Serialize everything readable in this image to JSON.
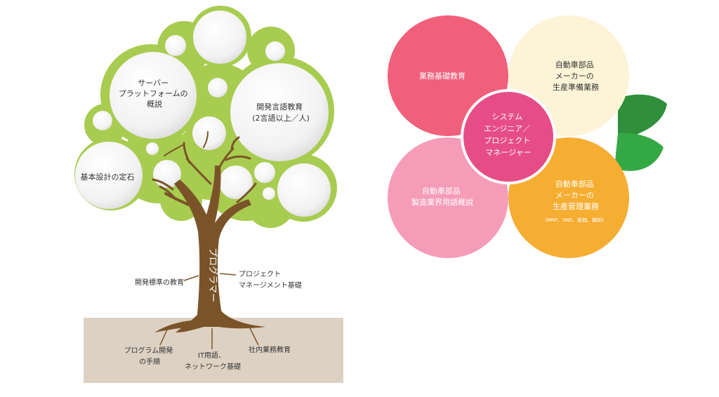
{
  "tree": {
    "bubbles": {
      "server_overview": [
        "サーバー",
        "プラットフォームの",
        "概説"
      ],
      "dev_language": [
        "開発言語教育",
        "(2言語以上／人)"
      ],
      "basic_design": "基本設計の定石"
    },
    "trunk_label": "プログラマー",
    "branch_labels": {
      "dev_standard": "開発標準の教育",
      "project_mgmt": [
        "プロジェクト",
        "マネージメント基礎"
      ]
    },
    "root_labels": {
      "program_dev": [
        "プログラム開発",
        "の手順"
      ],
      "it_terms": [
        "IT用語、",
        "ネットワーク基礎"
      ],
      "company_business": "社内業務教育"
    }
  },
  "flower": {
    "center": [
      "システム",
      "エンジニア／",
      "プロジェクト",
      "マネージャー"
    ],
    "petals": {
      "business_basics": "業務基礎教育",
      "production_prep": [
        "自動車部品",
        "メーカーの",
        "生産準備業務"
      ],
      "manufacturing_terms": [
        "自動車部品",
        "製造業界用語概説"
      ],
      "production_mgmt": [
        "自動車部品",
        "メーカーの",
        "生産管理業務"
      ],
      "production_mgmt_note": "(MRP、SNS、部価、棚卸)"
    },
    "colors": {
      "petal_red": "#f0607a",
      "petal_cream": "#fdf3d6",
      "petal_pink": "#f59cb8",
      "petal_orange": "#f5ad32",
      "center": "#e64d86",
      "leaf": "#2f9e3e"
    }
  },
  "colors": {
    "canopy": "#a8cc50",
    "bubble": "#f4f4f4",
    "trunk": "#7a5428",
    "ground": "#ddd1c3"
  }
}
